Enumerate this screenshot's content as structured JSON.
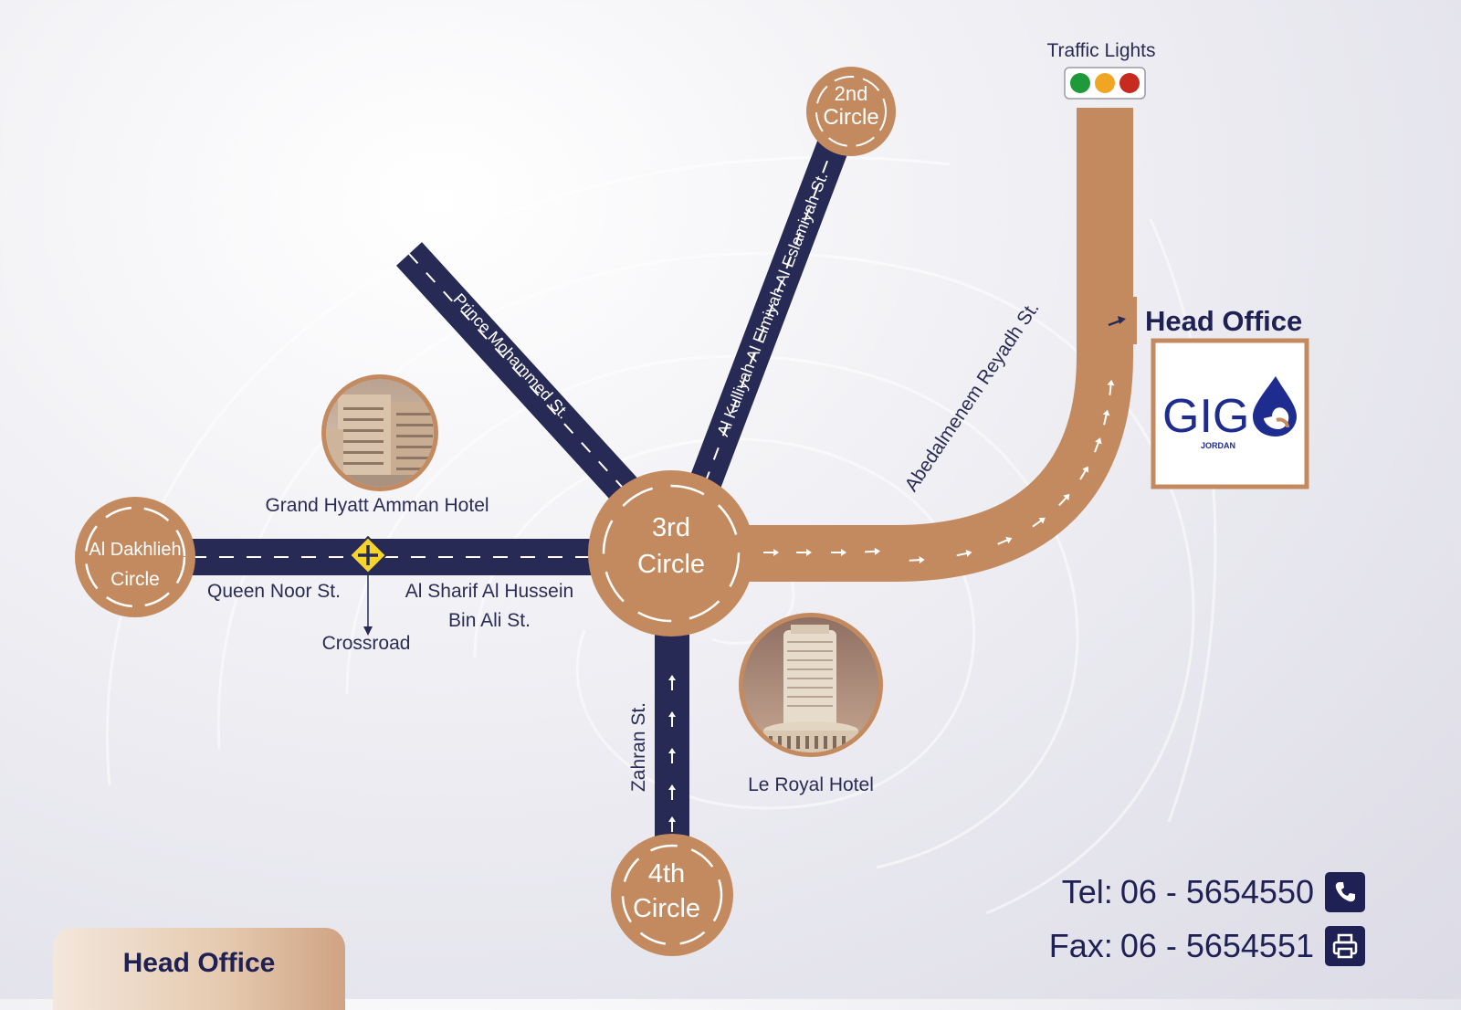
{
  "colors": {
    "road_navy": "#272a55",
    "road_copper": "#c48a5f",
    "text_navy": "#2b2c55",
    "brand_blue": "#1f2c8f"
  },
  "traffic_lights": {
    "label": "Traffic Lights",
    "colors": [
      "#1f9a3a",
      "#f0a622",
      "#c72a1f"
    ]
  },
  "circles": {
    "second": {
      "line1": "2nd",
      "line2": "Circle"
    },
    "third": {
      "line1": "3rd",
      "line2": "Circle"
    },
    "fourth": {
      "line1": "4th",
      "line2": "Circle"
    },
    "dakhlieh": {
      "line1": "Al Dakhlieh",
      "line2": "Circle"
    }
  },
  "roads": {
    "prince_mohammed": "Prince Mohammed St.",
    "al_kulliyah": "Al Kulliyah Al Elmiyah Al Eslamiyah St.",
    "abedalmenem": "Abedalmenem Reyadh St.",
    "zahran": "Zahran St.",
    "queen_noor": "Queen Noor St.",
    "al_sharif_line1": "Al Sharif Al Hussein",
    "al_sharif_line2": "Bin Ali St."
  },
  "landmarks": {
    "grand_hyatt": "Grand Hyatt Amman Hotel",
    "le_royal": "Le Royal Hotel",
    "crossroad": "Crossroad"
  },
  "head_office": {
    "label": "Head Office",
    "logo_text": "GIG",
    "logo_sub": "JORDAN"
  },
  "contact": {
    "tel_label": "Tel:",
    "tel_value": "06 - 5654550",
    "tel_icon": "phone-icon",
    "fax_label": "Fax:",
    "fax_value": "06 - 5654551",
    "fax_icon": "printer-icon"
  },
  "footer_tab": {
    "label": "Head Office"
  }
}
